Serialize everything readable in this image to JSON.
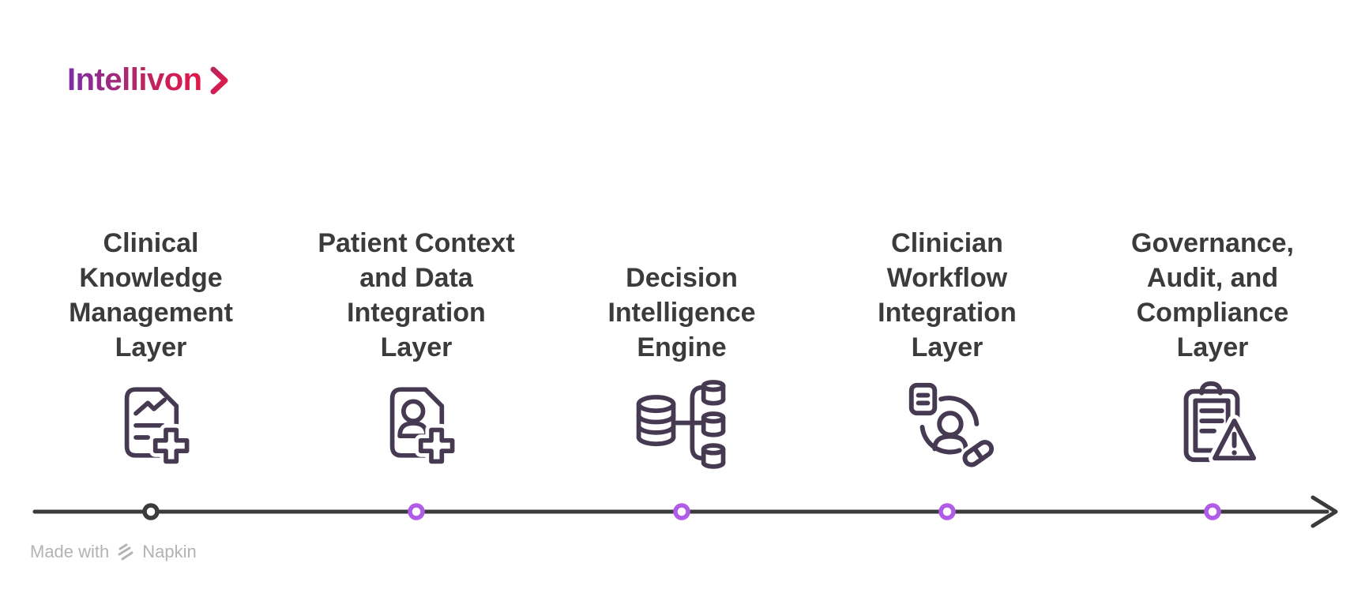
{
  "brand": {
    "name": "Intellivon"
  },
  "theme": {
    "background": "#ffffff",
    "logo_start": "#7c2ea6",
    "logo_mid": "#b82662",
    "logo_end": "#e41748",
    "title_color": "#3b3b3b",
    "icon_color": "#463a52",
    "line_color": "#3b3b3b",
    "active_dot_color": "#b05ce8",
    "footer_color": "#b3b3b3"
  },
  "diagram": {
    "type": "horizontal-timeline",
    "stages": [
      {
        "title": "Clinical\nKnowledge\nManagement\nLayer",
        "icon": "document-chart-medical-cross-icon",
        "dot_color": "#3b3b3b"
      },
      {
        "title": "Patient Context\nand Data\nIntegration\nLayer",
        "icon": "document-patient-medical-cross-icon",
        "dot_color": "#b05ce8"
      },
      {
        "title": "Decision\nIntelligence\nEngine",
        "icon": "database-branching-icon",
        "dot_color": "#b05ce8"
      },
      {
        "title": "Clinician\nWorkflow\nIntegration\nLayer",
        "icon": "clinician-cycle-pill-icon",
        "dot_color": "#b05ce8"
      },
      {
        "title": "Governance,\nAudit, and\nCompliance\nLayer",
        "icon": "clipboard-warning-icon",
        "dot_color": "#b05ce8"
      }
    ]
  },
  "footer": {
    "made_with": "Made with",
    "brand": "Napkin"
  }
}
